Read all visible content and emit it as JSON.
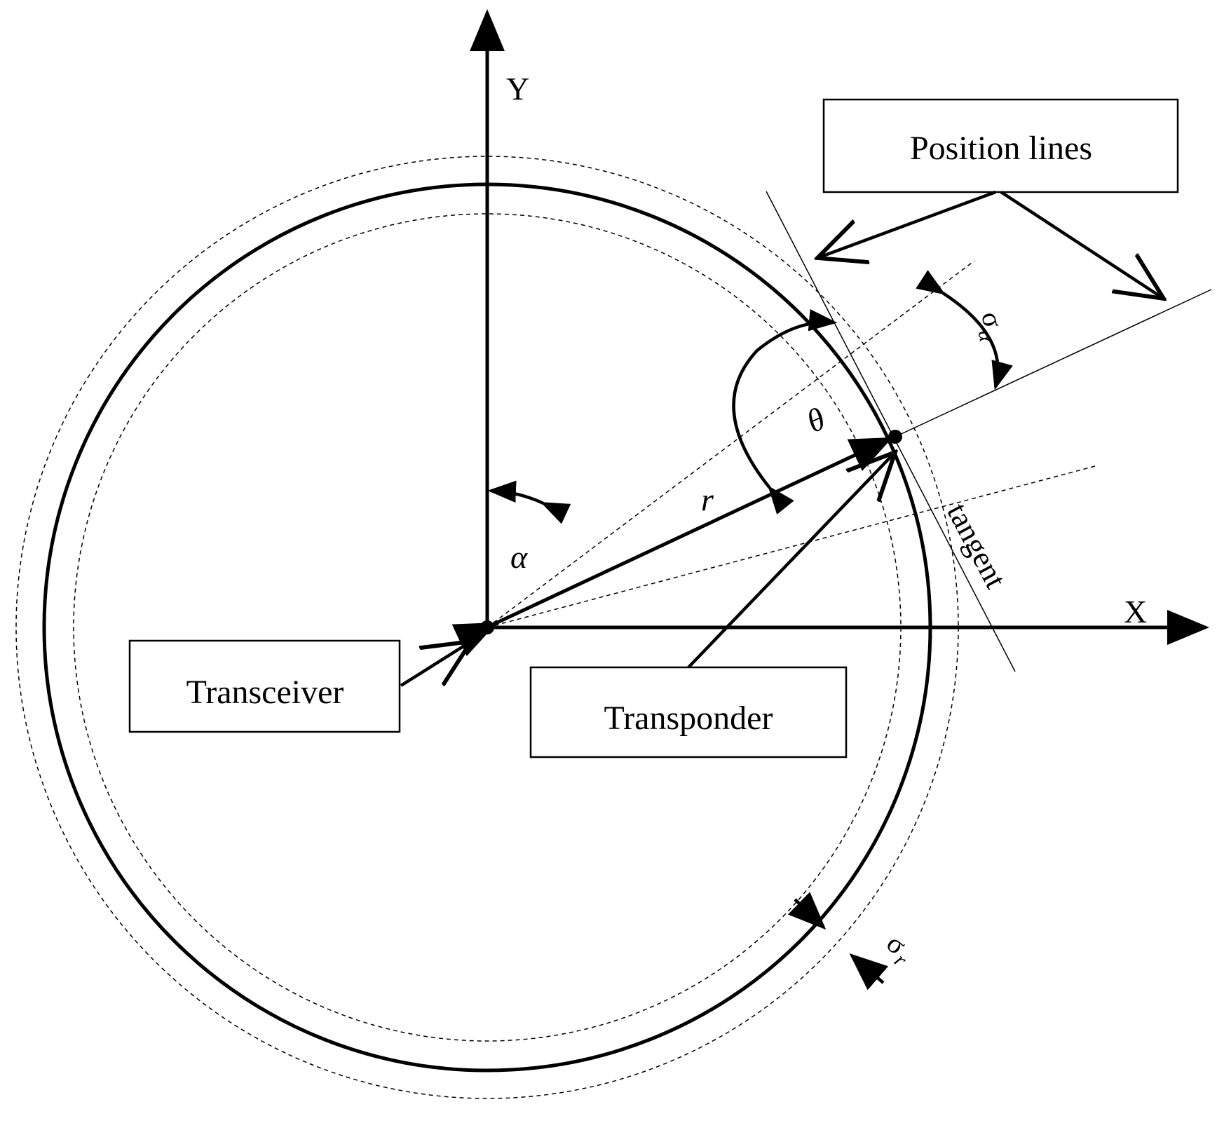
{
  "axes": {
    "x_label": "X",
    "y_label": "Y"
  },
  "labels": {
    "position_lines": "Position lines",
    "transceiver": "Transceiver",
    "transponder": "Transponder",
    "tangent": "tangent"
  },
  "symbols": {
    "alpha": "α",
    "theta": "θ",
    "r": "r",
    "sigma": "σ",
    "sigma_alpha_sub": "α",
    "sigma_r_sub": "r"
  },
  "colors": {
    "ink": "#000000",
    "background": "#ffffff"
  }
}
